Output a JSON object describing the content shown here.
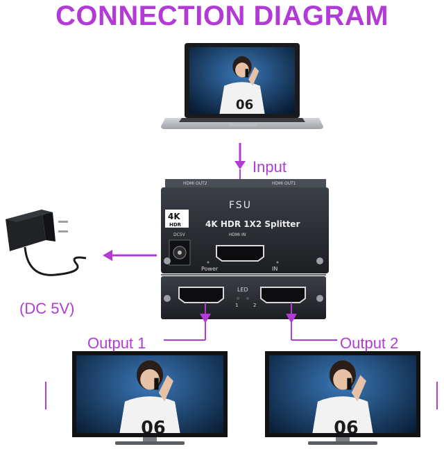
{
  "title": "CONNECTION DIAGRAM",
  "labels": {
    "input": "Input",
    "output1": "Output 1",
    "output2": "Output 2",
    "dc": "(DC 5V)"
  },
  "device": {
    "brand": "FSU",
    "model": "4K HDR 1X2 Splitter",
    "badge_4k": "4K",
    "badge_hdr": "HDR",
    "port_dc": "DC5V",
    "port_hdmi_in": "HDMI IN",
    "port_hdmi_out1": "HDMI OUT1",
    "port_hdmi_out2": "HDMI OUT2",
    "power": "Power",
    "in": "IN",
    "led": "LED",
    "led1": "1",
    "led2": "2"
  },
  "colors": {
    "accent": "#b23bd6",
    "device": "#2a2d33",
    "screen_bg": "#0c2a4a"
  }
}
